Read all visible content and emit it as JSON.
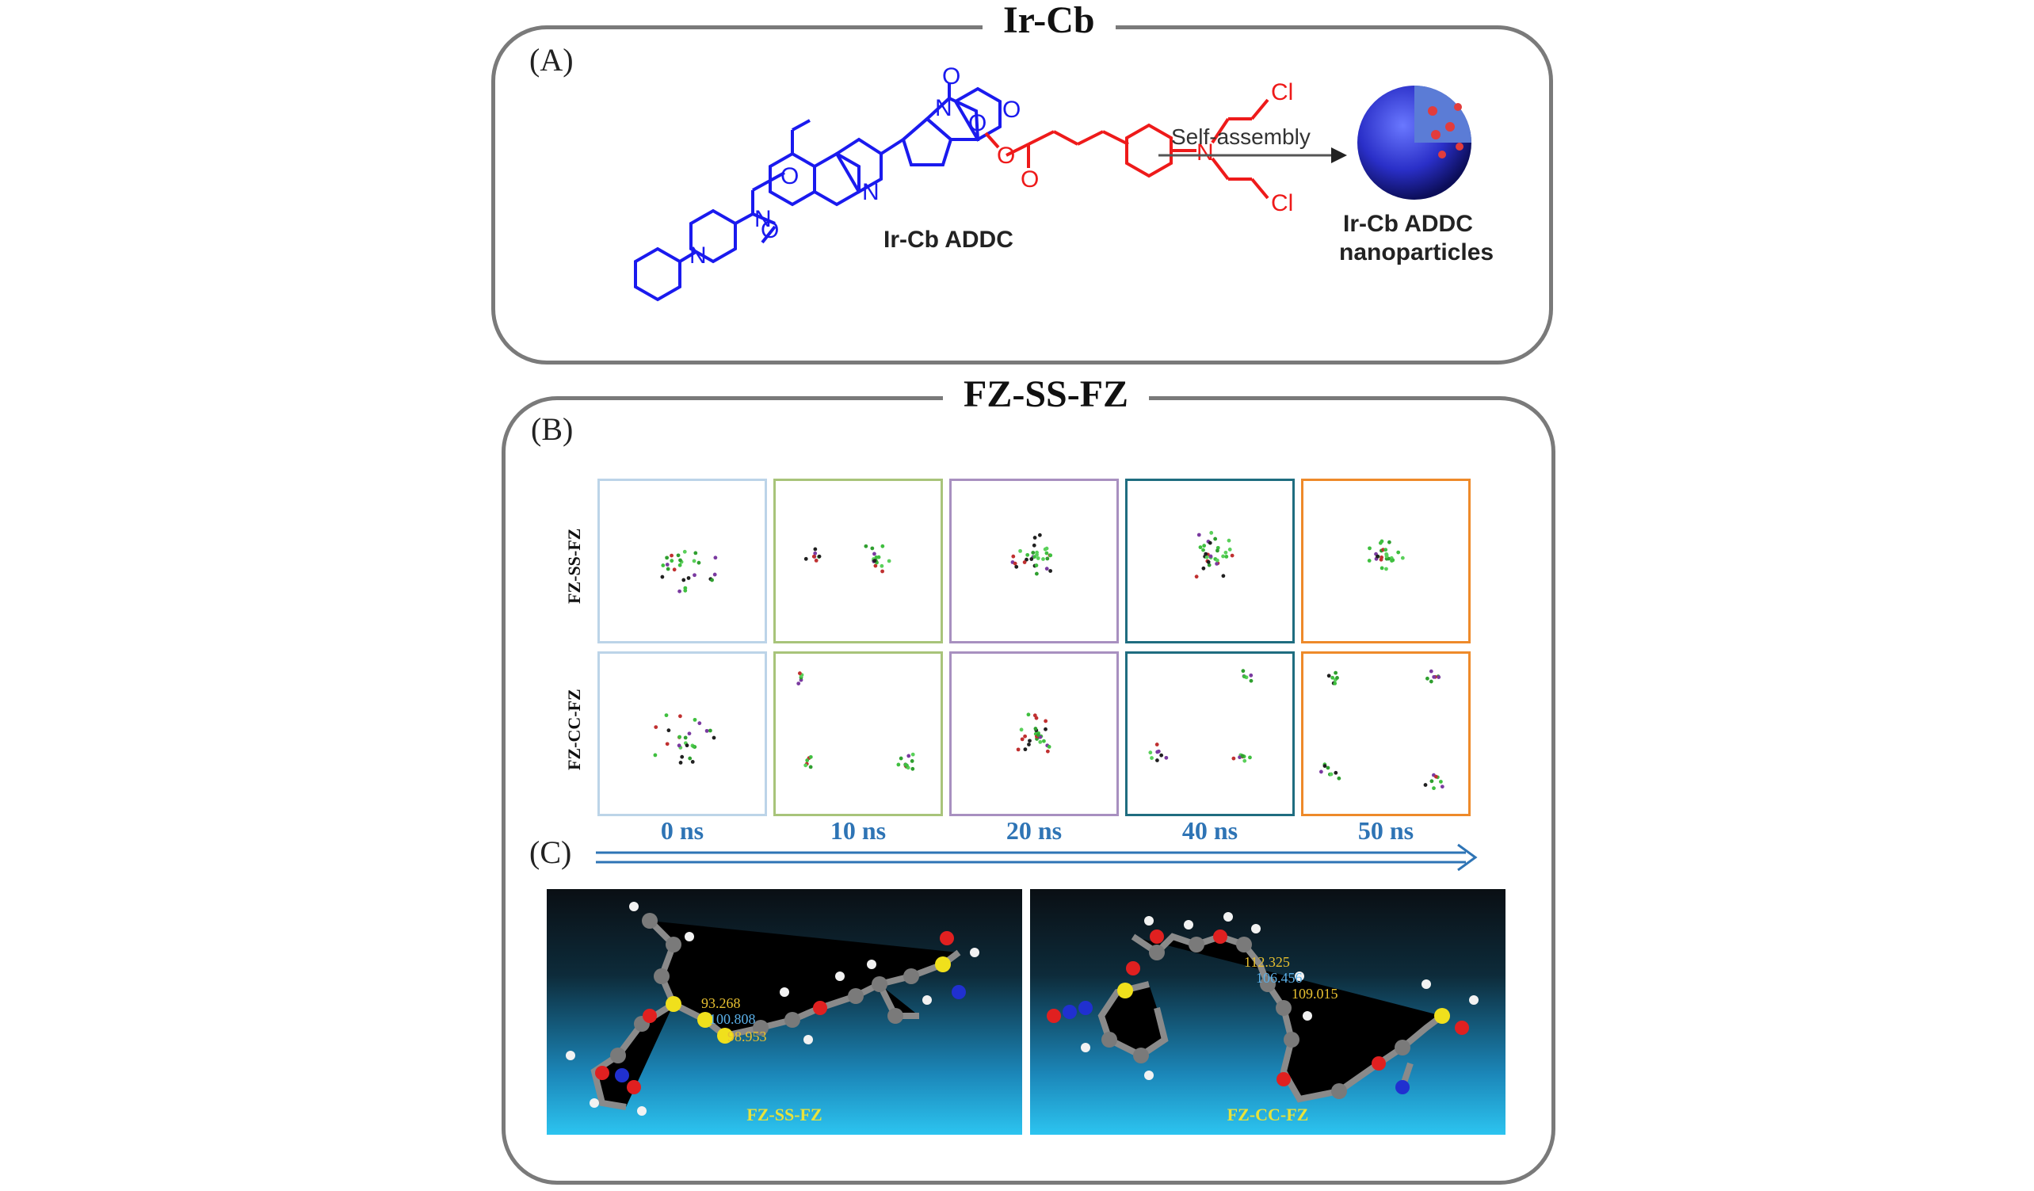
{
  "panel_a": {
    "title": "Ir-Cb",
    "letter": "(A)",
    "molecule_name": "Ir-Cb ADDC",
    "atoms": {
      "o": "O",
      "n": "N",
      "cl": "Cl"
    },
    "arrow_label": "Self-assembly",
    "product_label_line1": "Ir-Cb ADDC",
    "product_label_line2": "nanoparticles"
  },
  "panel_b": {
    "title": "FZ-SS-FZ",
    "letter": "(B)",
    "rows": [
      "FZ-SS-FZ",
      "FZ-CC-FZ"
    ],
    "times": [
      "0 ns",
      "10 ns",
      "20 ns",
      "40 ns",
      "50 ns"
    ],
    "box_colors": [
      "#bcd4e8",
      "#a8c47a",
      "#a890c0",
      "#1f6d80",
      "#ee8a2a"
    ]
  },
  "panel_c": {
    "letter": "(C)",
    "left_caption": "FZ-SS-FZ",
    "left_angles": [
      "93.268",
      "100.808",
      "98.953"
    ],
    "right_caption": "FZ-CC-FZ",
    "right_angles": [
      "112.325",
      "106.456",
      "109.015"
    ]
  },
  "colors": {
    "blue_part": "#1a1aee",
    "red_part": "#ee1a1a",
    "time_text": "#2e74b5"
  }
}
